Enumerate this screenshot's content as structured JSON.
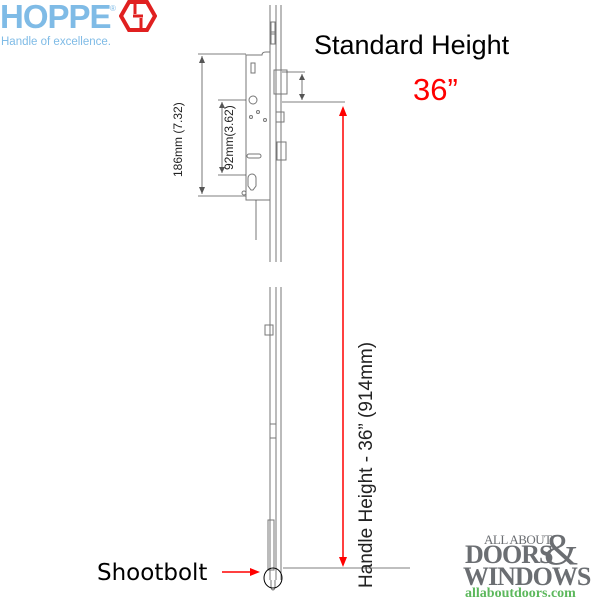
{
  "logo": {
    "brand": "HOPPE",
    "registered": "®",
    "tagline": "Handle of excellence.",
    "brand_color": "#7fbbe6",
    "mark_color": "#e02020"
  },
  "header": {
    "title": "Standard Height",
    "value": "36”",
    "value_color": "#ff0000"
  },
  "dimensions": {
    "handle_height": "Handle Height - 36” (914mm)",
    "overall_plate": "186mm (7.32)",
    "backset": "92mm(3.62)"
  },
  "callouts": {
    "shootbolt": "Shootbolt",
    "arrow_color": "#ff0000"
  },
  "watermark": {
    "line1": "ALL ABOUT",
    "line2": "DOORS",
    "ampersand": "&",
    "line3": "WINDOWS",
    "url": "allaboutdoors.com",
    "text_color": "#6b6e72",
    "url_color": "#5cb85c"
  }
}
